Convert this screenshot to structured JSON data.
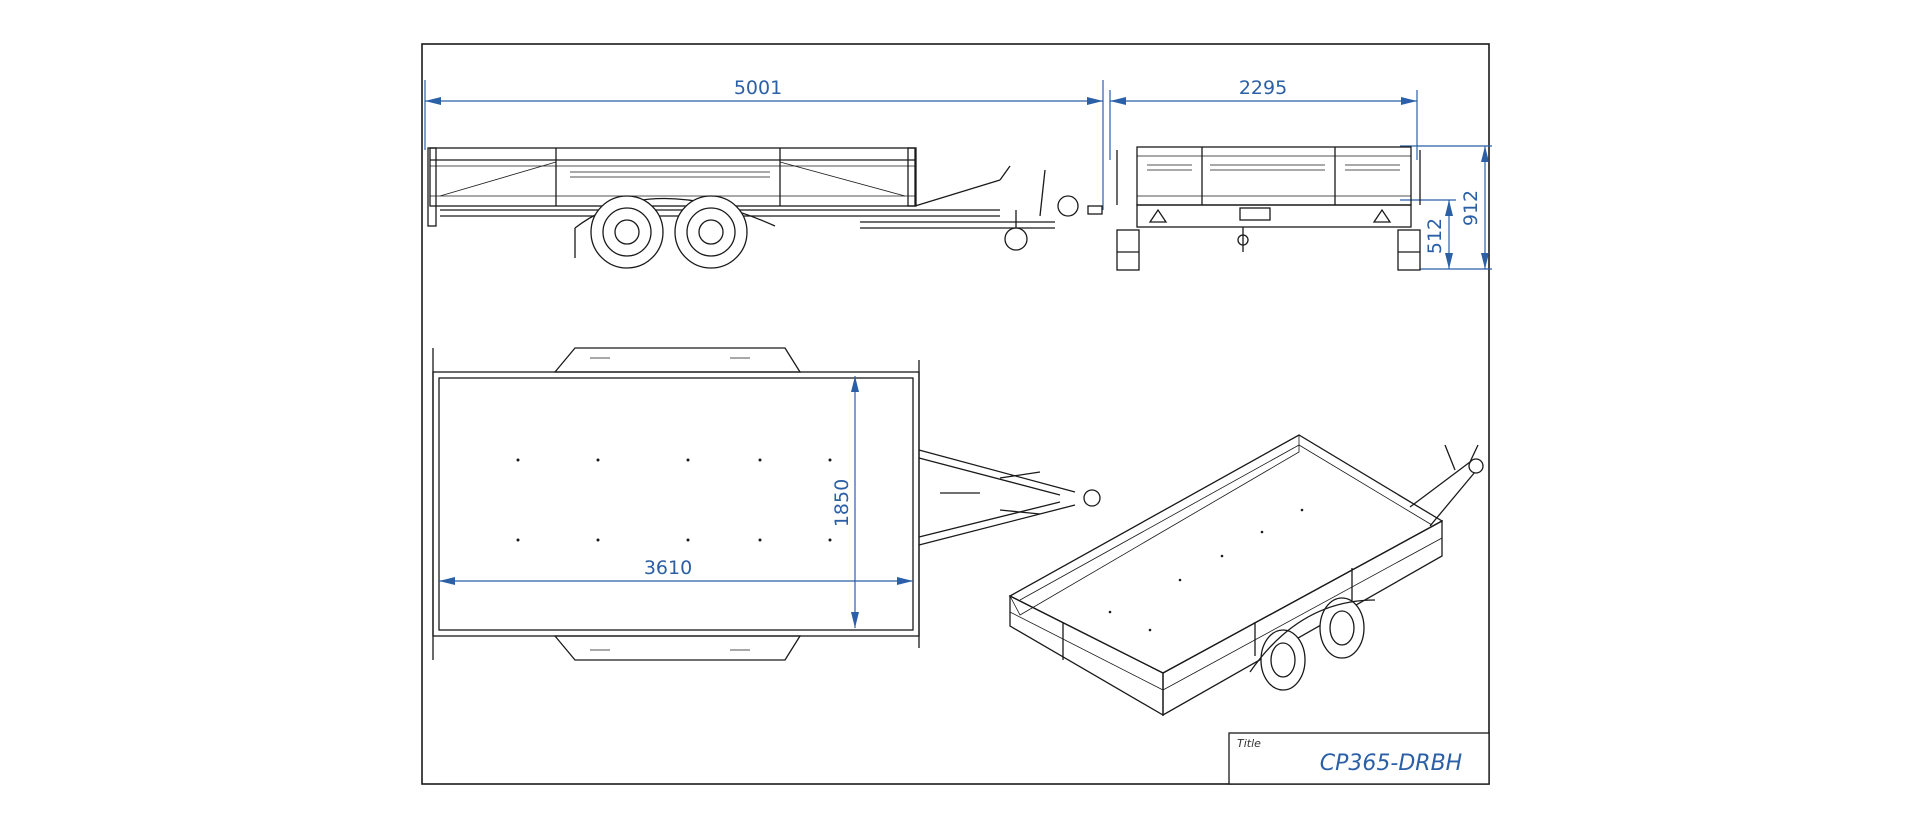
{
  "drawing": {
    "dimensions": {
      "side_length": "5001",
      "rear_width": "2295",
      "rear_height_total": "912",
      "rear_height_deck": "512",
      "top_width": "1850",
      "top_length": "3610"
    },
    "title_block": {
      "label": "Title",
      "value": "CP365-DRBH"
    }
  },
  "colors": {
    "dimension": "#2b5fa6",
    "line": "#1a1a1a"
  }
}
